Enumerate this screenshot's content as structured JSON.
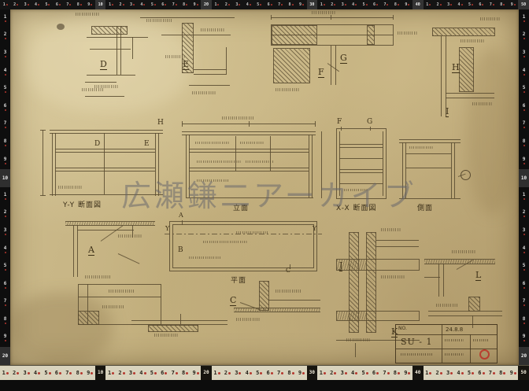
{
  "watermark": "広瀬鎌二アーカイブ",
  "rulers": {
    "numbers": [
      "1",
      "2",
      "3",
      "4",
      "5",
      "6",
      "7",
      "8",
      "9"
    ],
    "bottom_decades": [
      "10",
      "20",
      "30",
      "40",
      "50"
    ],
    "side_decades": [
      "10",
      "20"
    ]
  },
  "drawing": {
    "letters": {
      "A": "A",
      "B": "B",
      "C": "C",
      "D": "D",
      "E": "E",
      "F": "F",
      "G": "G",
      "H": "H",
      "I": "I",
      "J": "J",
      "K": "K",
      "L": "L",
      "Y": "Y"
    },
    "views": {
      "yy_section": "Y-Y 断面図",
      "elevation": "立面",
      "xx_section": "X-X 断面図",
      "side_view": "側面",
      "plan": "平面"
    }
  },
  "title_block": {
    "no_label": "NO.",
    "sheet_no": "SU - 1",
    "date": "24.8.8"
  }
}
